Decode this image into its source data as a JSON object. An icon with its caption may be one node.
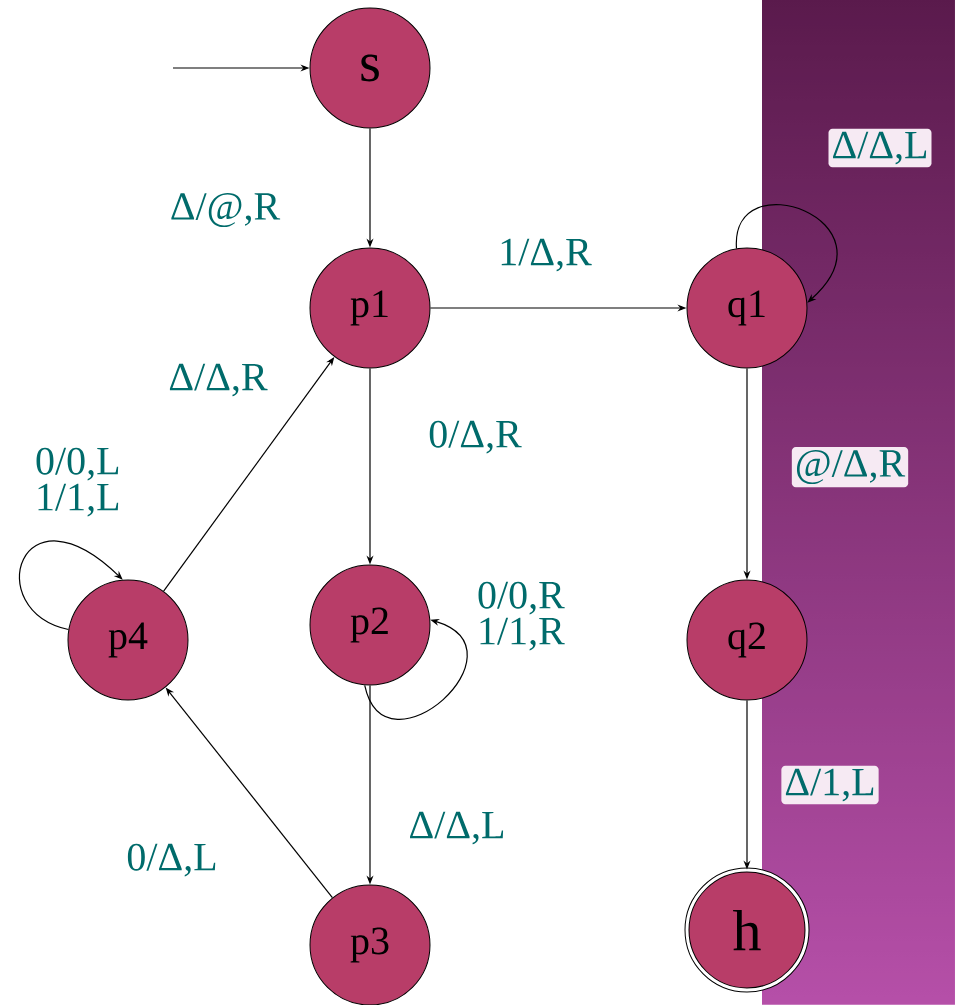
{
  "diagram": {
    "nodes": [
      {
        "text": [
          "s"
        ]
      },
      {
        "text": [
          "p1"
        ]
      },
      {
        "text": [
          "q1"
        ]
      },
      {
        "text": [
          "p2"
        ]
      },
      {
        "text": [
          "p4"
        ]
      },
      {
        "text": [
          "q2"
        ]
      },
      {
        "text": [
          "p3"
        ]
      },
      {
        "text": [
          "h"
        ]
      }
    ],
    "edges": [
      {
        "from": null,
        "to": 0,
        "arrow": "to"
      },
      {
        "from": 0,
        "to": 1,
        "arrow": "to",
        "label": "Δ/@,R"
      },
      {
        "from": 1,
        "to": 2,
        "arrow": "to",
        "label": "1/Δ,R"
      },
      {
        "from": 2,
        "to": 2,
        "arrow": "to",
        "label": "Δ/Δ,L"
      },
      {
        "from": 2,
        "to": 5,
        "arrow": "to",
        "label": "@/Δ,R"
      },
      {
        "from": 5,
        "to": 7,
        "arrow": "to",
        "label": "Δ/1,L"
      },
      {
        "from": 1,
        "to": 3,
        "arrow": "to",
        "label": "0/Δ,R"
      },
      {
        "from": 3,
        "to": 3,
        "arrow": "to",
        "label": "0/0,R 1/1,R"
      },
      {
        "from": 3,
        "to": 6,
        "arrow": "to",
        "label": "Δ/Δ,L"
      },
      {
        "from": 6,
        "to": 4,
        "arrow": "to",
        "label": "0/Δ,L"
      },
      {
        "from": 4,
        "to": 4,
        "arrow": "to",
        "label": "0/0,L 1/1,L"
      },
      {
        "from": 4,
        "to": 1,
        "arrow": "to",
        "label": "Δ/Δ,R"
      }
    ]
  }
}
